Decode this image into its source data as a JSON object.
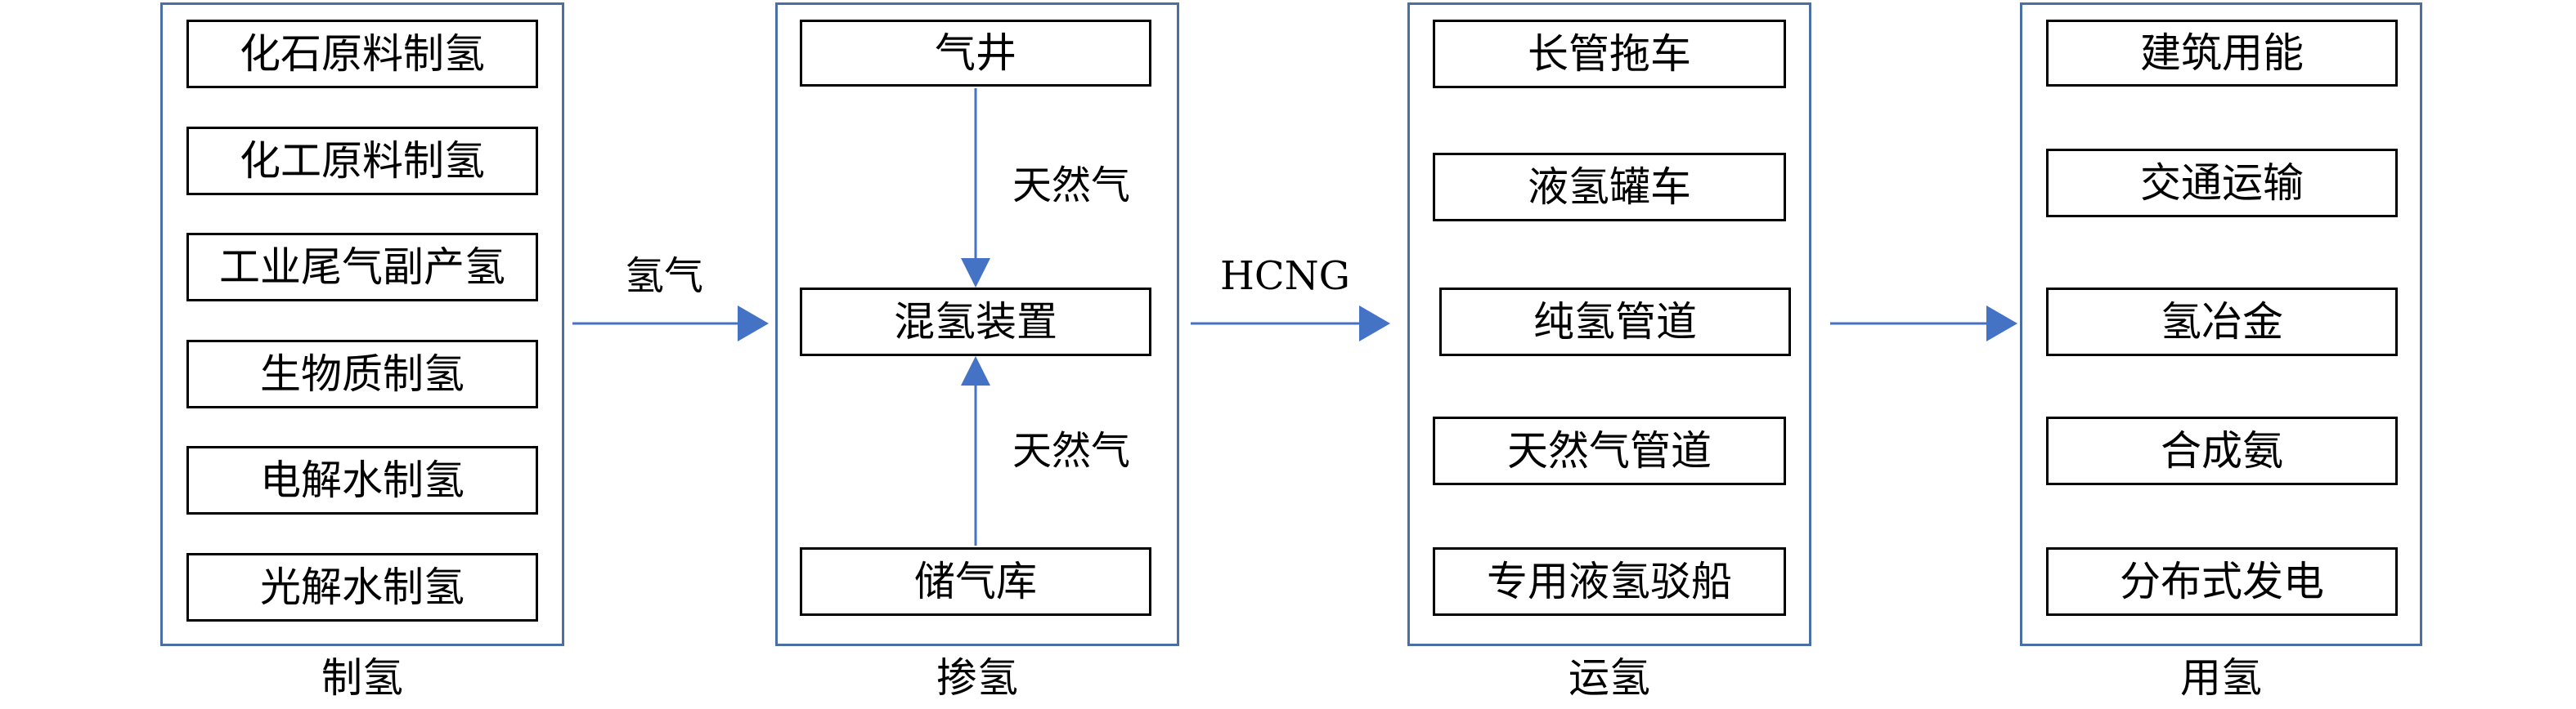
{
  "stages": [
    {
      "caption": "制氢",
      "items": [
        "化石原料制氢",
        "化工原料制氢",
        "工业尾气副产氢",
        "生物质制氢",
        "电解水制氢",
        "光解水制氢"
      ]
    },
    {
      "caption": "掺氢",
      "top": "气井",
      "middle": "混氢装置",
      "bottom": "储气库",
      "top_label": "天然气",
      "bottom_label": "天然气"
    },
    {
      "caption": "运氢",
      "items": [
        "长管拖车",
        "液氢罐车",
        "纯氢管道",
        "天然气管道",
        "专用液氢驳船"
      ]
    },
    {
      "caption": "用氢",
      "items": [
        "建筑用能",
        "交通运输",
        "氢冶金",
        "合成氨",
        "分布式发电"
      ]
    }
  ],
  "connectors": {
    "produce_to_blend": "氢气",
    "blend_to_transport": "HCNG",
    "transport_to_use": ""
  },
  "colors": {
    "panel_border": "#4a6fa5",
    "arrow": "#4472c4"
  }
}
